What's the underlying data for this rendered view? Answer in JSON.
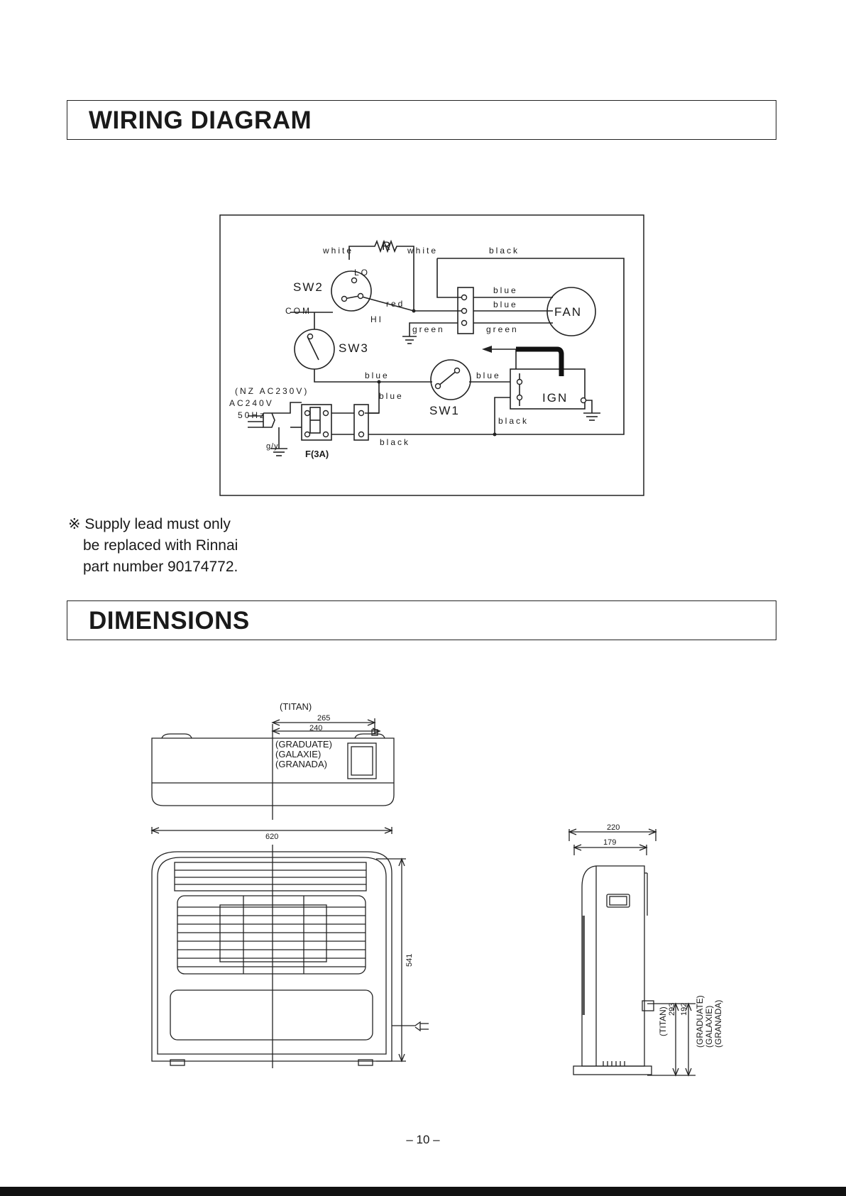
{
  "sections": {
    "wiring": {
      "title": "WIRING DIAGRAM"
    },
    "dimensions": {
      "title": "DIMENSIONS"
    }
  },
  "wiring": {
    "labels": {
      "white_left": "white",
      "R": "R",
      "white_right": "white",
      "black_top": "black",
      "LO": "LO",
      "SW2": "SW2",
      "COM": "COM",
      "red": "red",
      "HI": "HI",
      "green_left": "green",
      "SW3": "SW3",
      "blue_fan1": "blue",
      "blue_fan2": "blue",
      "FAN": "FAN",
      "green_fan": "green",
      "blue_mid": "blue",
      "blue_mid2": "blue",
      "blue_ign": "blue",
      "IGN": "IGN",
      "SW1": "SW1",
      "black_ign": "black",
      "nz": "(NZ AC230V)",
      "ac": "AC240V",
      "hz": "50Hz",
      "gy": "g/y",
      "fuse": "F(3A)",
      "black_bottom": "black"
    }
  },
  "note": {
    "line1": "※ Supply lead must only",
    "line2": "be replaced with Rinnai",
    "line3": "part number 90174772."
  },
  "dimensions": {
    "top_view": {
      "titan": "(TITAN)",
      "w265": "265",
      "w240": "240",
      "graduate": "(GRADUATE)",
      "galaxie": "(GALAXIE)",
      "granada": "(GRANADA)"
    },
    "front_view": {
      "w620": "620",
      "h541": "541"
    },
    "side_view": {
      "d220": "220",
      "d179": "179",
      "titan": "(TITAN)",
      "h293": "293",
      "h192": "192",
      "graduate": "(GRADUATE)",
      "galaxie": "(GALAXIE)",
      "granada": "(GRANADA)"
    }
  },
  "page_number": "– 10 –"
}
